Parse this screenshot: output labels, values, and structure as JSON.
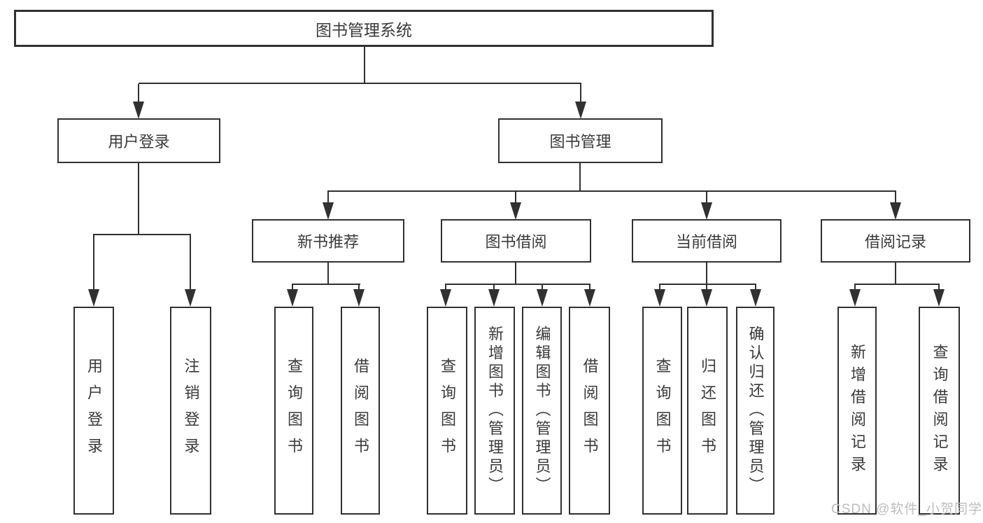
{
  "tree": {
    "root": {
      "label": "图书管理系统",
      "children": [
        {
          "label": "用户登录",
          "children": [
            {
              "label": "用户登录"
            },
            {
              "label": "注销登录"
            }
          ]
        },
        {
          "label": "图书管理",
          "children": [
            {
              "label": "新书推荐",
              "children": [
                {
                  "label": "查询图书"
                },
                {
                  "label": "借阅图书"
                }
              ]
            },
            {
              "label": "图书借阅",
              "children": [
                {
                  "label": "查询图书"
                },
                {
                  "label": "新增图书（管理员）"
                },
                {
                  "label": "编辑图书（管理员）"
                },
                {
                  "label": "借阅图书"
                }
              ]
            },
            {
              "label": "当前借阅",
              "children": [
                {
                  "label": "查询图书"
                },
                {
                  "label": "归还图书"
                },
                {
                  "label": "确认归还（管理员）"
                }
              ]
            },
            {
              "label": "借阅记录",
              "children": [
                {
                  "label": "新增借阅记录"
                },
                {
                  "label": "查询借阅记录"
                }
              ]
            }
          ]
        }
      ]
    }
  },
  "watermark": {
    "text": "CSDN @软件_小贺同学"
  },
  "colors": {
    "line": "#313131",
    "text": "#3a3a3a",
    "background": "#ffffff",
    "watermark": "#bdbdbd"
  }
}
